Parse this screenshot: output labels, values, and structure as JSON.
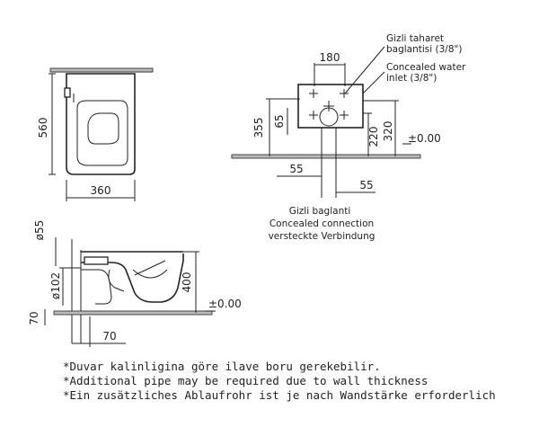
{
  "front_view": {
    "height_dim": "560",
    "width_dim": "360"
  },
  "side_view": {
    "dim_180": "180",
    "dim_355": "355",
    "dim_65": "65",
    "dim_220": "220",
    "dim_320": "320",
    "dim_55_left": "55",
    "dim_55_right": "55",
    "floor_level": "±0.00",
    "water_label_line1": "Gizli taharet",
    "water_label_line2": "baglantisi (3/8\")",
    "water_label_line3": "Concealed water",
    "water_label_line4": "inlet (3/8\")",
    "connection_label_line1": "Gizli baglanti",
    "connection_label_line2": "Concealed connection",
    "connection_label_line3": "versteckte Verbindung"
  },
  "section_view": {
    "dim_phi55": "ø55",
    "dim_phi102": "ø102",
    "dim_70_left": "70",
    "dim_70_bottom": "70",
    "dim_400": "400",
    "floor_level": "±0.00"
  },
  "notes": [
    "*Duvar kalinligina göre ilave boru gerekebilir.",
    "*Additional pipe may be required due to wall thickness",
    "*Ein zusätzliches Ablaufrohr ist je nach Wandstärke erforderlich"
  ]
}
